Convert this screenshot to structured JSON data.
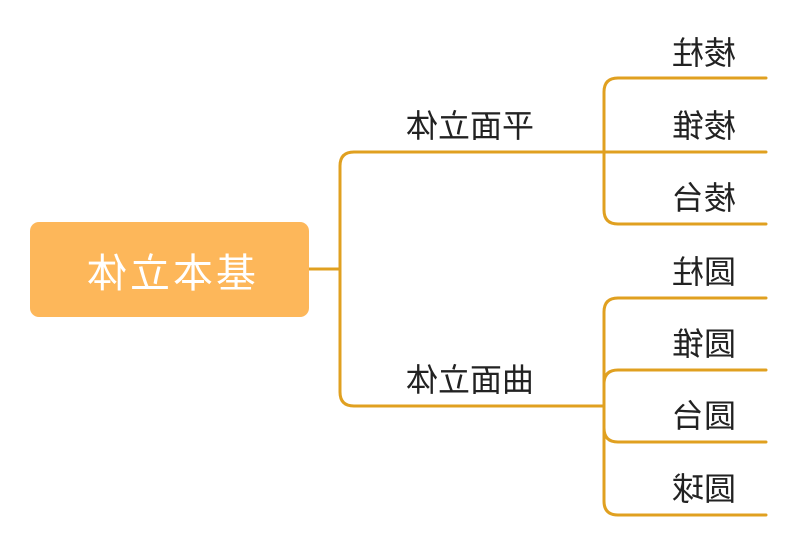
{
  "root": {
    "label": "基本立体"
  },
  "branches": [
    {
      "label": "平面立体",
      "children": [
        "棱柱",
        "棱锥",
        "棱台"
      ]
    },
    {
      "label": "曲面立体",
      "children": [
        "圆柱",
        "圆锥",
        "圆台",
        "圆球"
      ]
    }
  ],
  "colors": {
    "root_fill": "#fdb75a",
    "line": "#e0a020",
    "root_text": "#ffffff"
  }
}
